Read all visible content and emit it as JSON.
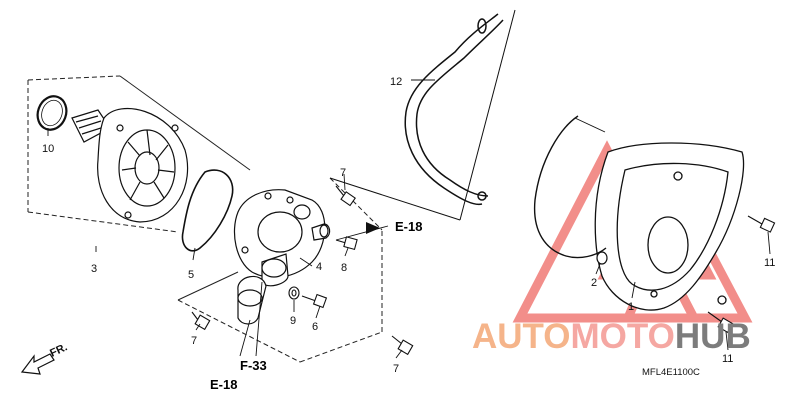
{
  "diagram": {
    "callouts": {
      "c1": "1",
      "c2": "2",
      "c3": "3",
      "c4": "4",
      "c5": "5",
      "c6": "6",
      "c7a": "7",
      "c7b": "7",
      "c7c": "7",
      "c8": "8",
      "c9": "9",
      "c10": "10",
      "c11a": "11",
      "c11b": "11",
      "c12": "12"
    },
    "references": {
      "e18_right": "E-18",
      "e18_bottom": "E-18",
      "f33": "F-33"
    },
    "direction_label": "FR.",
    "drawing_code": "MFL4E1100C"
  },
  "watermark": {
    "part1": "AUTO",
    "part2": "MOTO",
    "part3": "HUB",
    "colors": {
      "auto": "#f5b48a",
      "moto": "#f5a7a2",
      "hub": "#7c7c7c",
      "logo": "#f07b76"
    }
  }
}
